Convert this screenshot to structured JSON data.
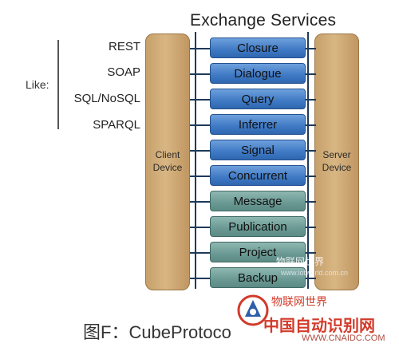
{
  "diagram": {
    "title": "Exchange Services",
    "like_label": "Like:",
    "protocols": [
      "REST",
      "SOAP",
      "SQL/NoSQL",
      "SPARQL"
    ],
    "client_device": {
      "line1": "Client",
      "line2": "Device"
    },
    "server_device": {
      "line1": "Server",
      "line2": "Device"
    },
    "services": [
      {
        "label": "Closure",
        "style": "blue"
      },
      {
        "label": "Dialogue",
        "style": "blue"
      },
      {
        "label": "Query",
        "style": "blue"
      },
      {
        "label": "Inferrer",
        "style": "blue"
      },
      {
        "label": "Signal",
        "style": "blue"
      },
      {
        "label": "Concurrent",
        "style": "blue"
      },
      {
        "label": "Message",
        "style": "teal"
      },
      {
        "label": "Publication",
        "style": "teal"
      },
      {
        "label": "Project",
        "style": "teal"
      },
      {
        "label": "Backup",
        "style": "teal"
      }
    ],
    "caption": "图F：CubeProtoco",
    "colors": {
      "device": "#d2ad78",
      "service_blue": "#3f79c4",
      "service_teal": "#6a9993",
      "connector": "#1e3a5a"
    }
  },
  "watermark": {
    "cn_site": "物联网世界",
    "url_small": "www.iotworld.com.cn",
    "brand": "中国自动识别网",
    "brand_sub": "物联网世界",
    "domain": "WWW.CNAIDC.COM",
    "logo_icon": "watermark-logo-icon"
  }
}
